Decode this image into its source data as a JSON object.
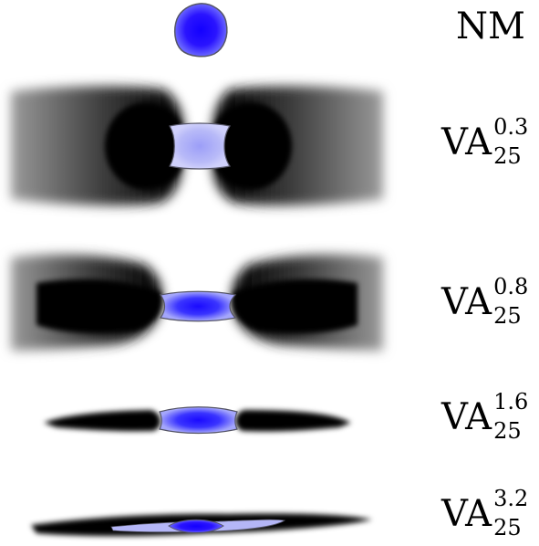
{
  "rows": [
    {
      "id": "nm",
      "label": "NM",
      "sup": "",
      "sub": ""
    },
    {
      "id": "va03",
      "label": "VA",
      "sup": "0.3",
      "sub": "25"
    },
    {
      "id": "va08",
      "label": "VA",
      "sup": "0.8",
      "sub": "25"
    },
    {
      "id": "va16",
      "label": "VA",
      "sup": "1.6",
      "sub": "25"
    },
    {
      "id": "va32",
      "label": "VA",
      "sup": "3.2",
      "sub": "25"
    }
  ],
  "colors": {
    "core": "#2a14ff",
    "core_light": "#b4b6f7",
    "outline": "#555566",
    "dark": "#000000",
    "haze": "#9a9a9a"
  }
}
